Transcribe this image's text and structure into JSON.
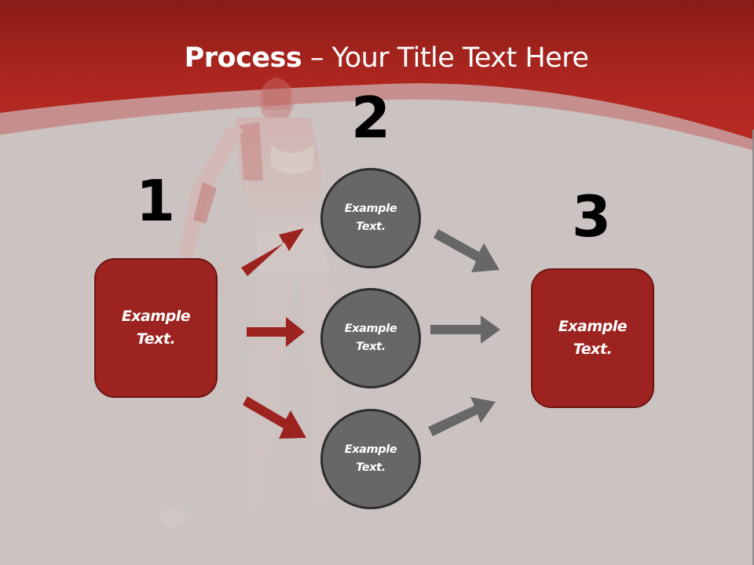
{
  "slide": {
    "title": {
      "bold": "Process",
      "rest": " – Your Title Text Here"
    },
    "colors": {
      "header_red": "#b02822",
      "header_dark": "#8a1c17",
      "band_pink": "#c78e8c",
      "background": "#cbc3c2",
      "box_fill": "#9c2320",
      "box_border": "#6e1512",
      "circle_fill": "#676767",
      "circle_border": "#2d2d2d",
      "red_arrow": "#9c2320",
      "gray_arrow": "#676767"
    },
    "steps": [
      {
        "number": "1",
        "label_line1": "Example",
        "label_line2": "Text."
      },
      {
        "number": "2"
      },
      {
        "number": "3",
        "label_line1": "Example",
        "label_line2": "Text."
      }
    ],
    "circles": [
      {
        "label_line1": "Example",
        "label_line2": "Text."
      },
      {
        "label_line1": "Example",
        "label_line2": "Text."
      },
      {
        "label_line1": "Example",
        "label_line2": "Text."
      }
    ],
    "background_image": "faded-robot-woman-illustration"
  }
}
